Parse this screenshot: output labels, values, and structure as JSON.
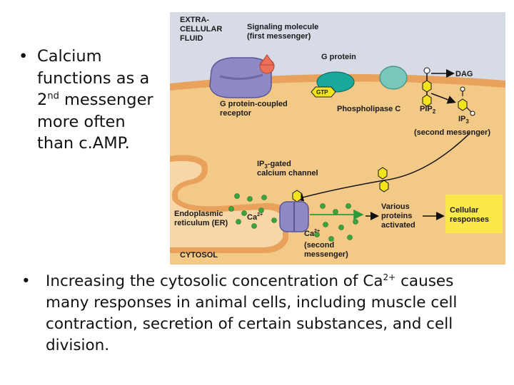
{
  "bullets": {
    "top": {
      "line1": "Calcium",
      "line2": "functions as a",
      "line3_pre": "2",
      "line3_sup": "nd",
      "line3_post": " messenger",
      "line4": "more often",
      "line5": "than c.AMP."
    },
    "bottom": {
      "line1_pre": "Increasing the cytosolic concentration of Ca",
      "line1_sup": "2+",
      "line1_post": " causes",
      "line2": "many responses in animal cells, including muscle cell",
      "line3": "contraction, secretion of certain substances, and cell",
      "line4": "division."
    }
  },
  "diagram": {
    "extracellular_1": "EXTRA-",
    "extracellular_2": "CELLULAR",
    "extracellular_3": "FLUID",
    "signaling_1": "Signaling molecule",
    "signaling_2": "(first messenger)",
    "g_protein": "G protein",
    "dag": "DAG",
    "gtp": "GTP",
    "receptor_1": "G protein-coupled",
    "receptor_2": "receptor",
    "phospholipase": "Phospholipase C",
    "pip": "PIP",
    "pip_sub": "2",
    "ip3": "IP",
    "ip3_sub": "3",
    "second_messenger": "(second messenger)",
    "ip3gated_pre": "IP",
    "ip3gated_sub": "3",
    "ip3gated_post": "-gated",
    "calcium_channel": "calcium channel",
    "er_1": "Endoplasmic",
    "er_2": "reticulum (ER)",
    "ca_er": "Ca",
    "ca_er_sup": "2+",
    "various_1": "Various",
    "various_2": "proteins",
    "various_3": "activated",
    "cellular_1": "Cellular",
    "cellular_2": "responses",
    "ca_cyto": "Ca",
    "ca_cyto_sup": "2+",
    "ca_second_1": "(second",
    "ca_second_2": "messenger)",
    "cytosol": "CYTOSOL"
  },
  "colors": {
    "extracellular": "#d6dbe6",
    "cytosol": "#f3c987",
    "membrane": "#e8a25c",
    "er_lumen": "#f8d7a6",
    "receptor": "#8c89c4",
    "g_protein": "#1aa89a",
    "phospholipase": "#79c7b8",
    "ip3": "#f2e31b",
    "calcium": "#3aa53c",
    "responses_box": "#fbe84a"
  }
}
